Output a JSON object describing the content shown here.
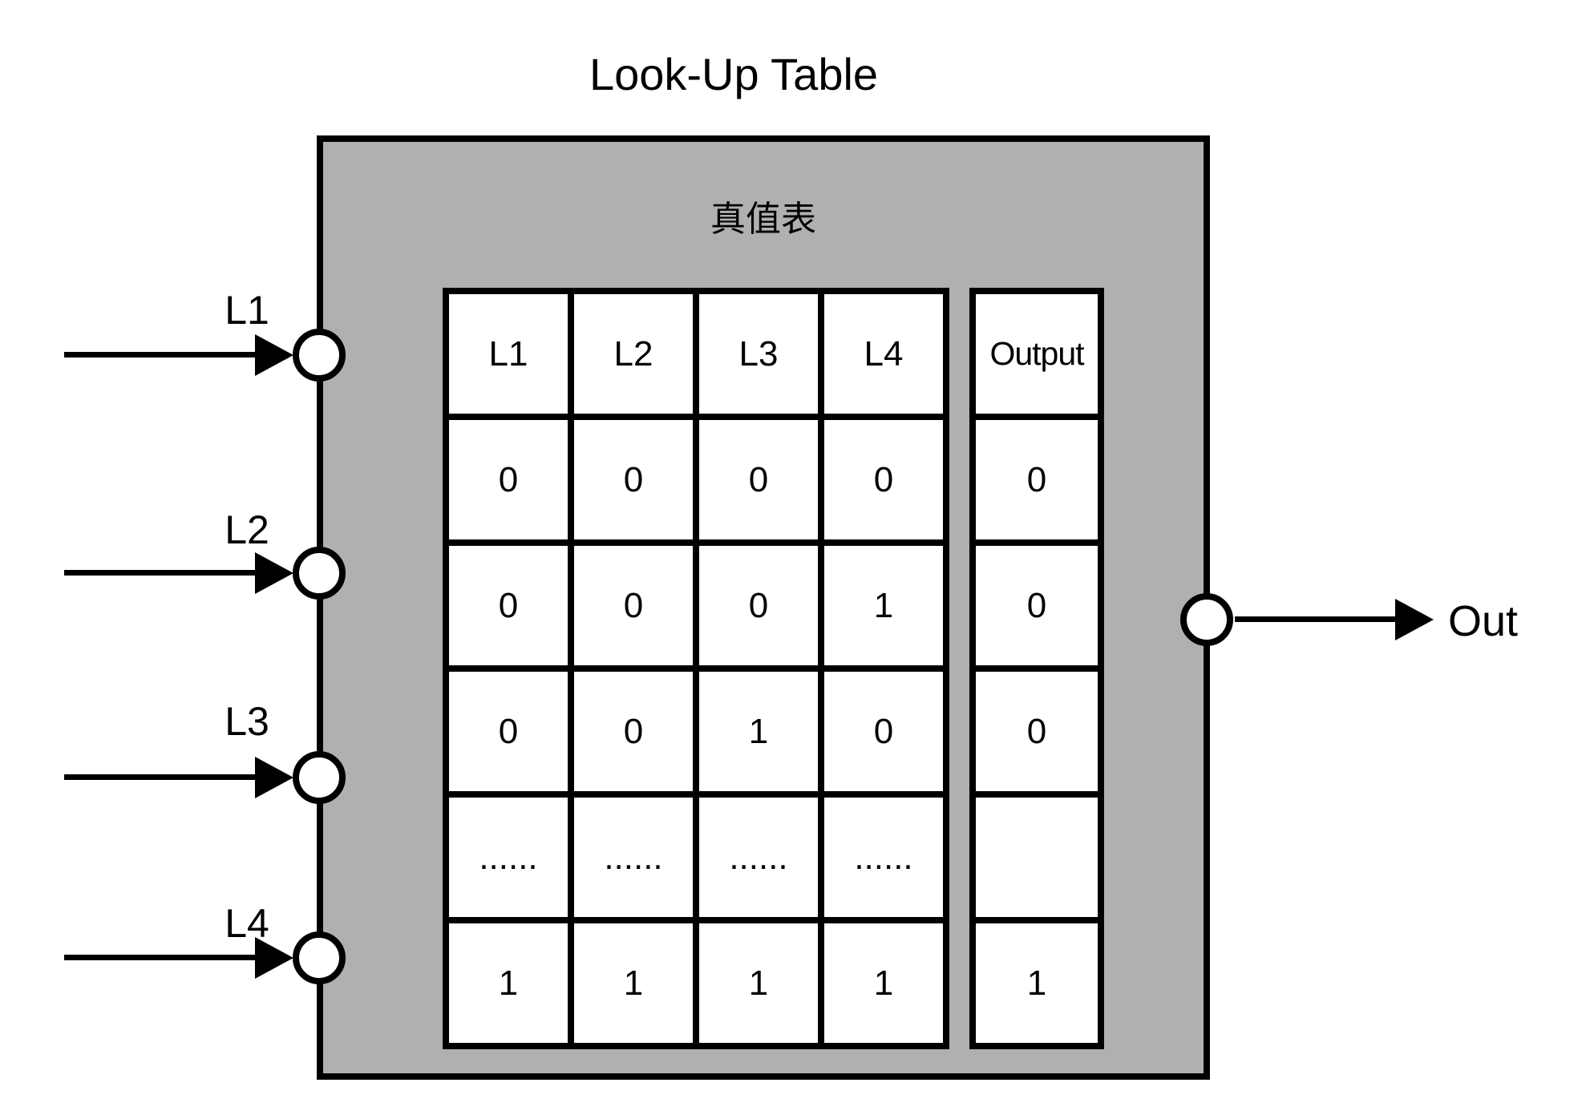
{
  "title": "Look-Up Table",
  "box": {
    "label": "真值表",
    "fill_color": "#b0b0b0",
    "stroke_color": "#000000"
  },
  "inputs": [
    {
      "label": "L1"
    },
    {
      "label": "L2"
    },
    {
      "label": "L3"
    },
    {
      "label": "L4"
    }
  ],
  "output": {
    "label": "Out"
  },
  "truth_table": {
    "headers": [
      "L1",
      "L2",
      "L3",
      "L4"
    ],
    "rows": [
      [
        "0",
        "0",
        "0",
        "0"
      ],
      [
        "0",
        "0",
        "0",
        "1"
      ],
      [
        "0",
        "0",
        "1",
        "0"
      ],
      [
        "......",
        "......",
        "......",
        "......"
      ],
      [
        "1",
        "1",
        "1",
        "1"
      ]
    ]
  },
  "output_column": {
    "header": "Output",
    "rows": [
      "0",
      "0",
      "0",
      "",
      "1"
    ]
  },
  "colors": {
    "cell_fill": "#ffffff",
    "stroke": "#000000",
    "box_fill": "#b0b0b0"
  }
}
